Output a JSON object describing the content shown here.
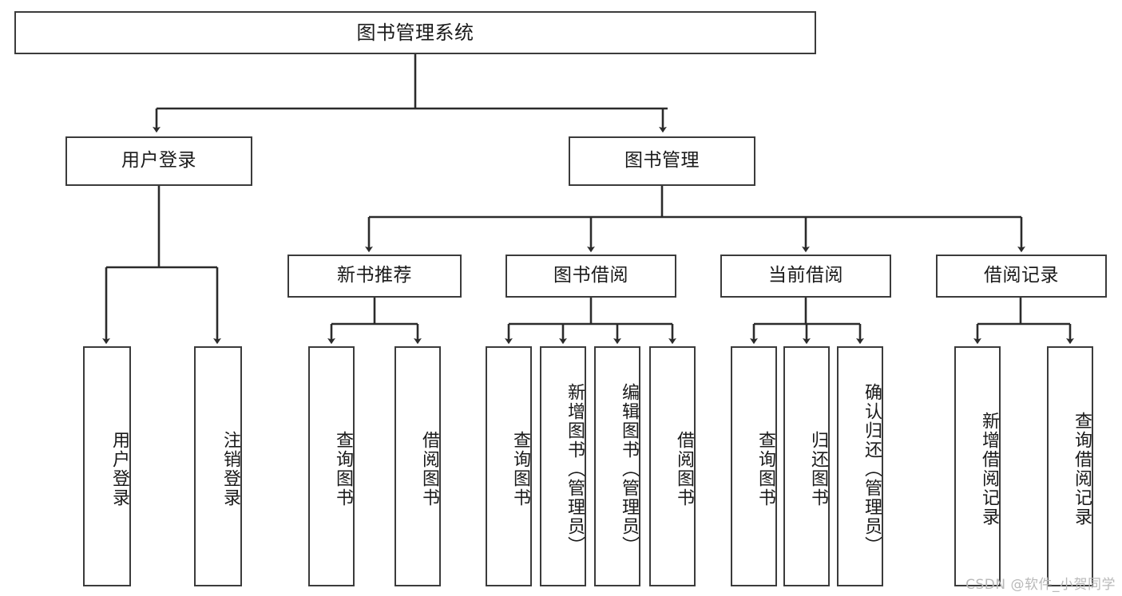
{
  "diagram": {
    "title": "图书管理系统",
    "type": "tree-hierarchy",
    "watermark": "CSDN @软件_小贺同学",
    "colors": {
      "background": "#ffffff",
      "box_border": "#3b3b3b",
      "box_fill": "#ffffff",
      "connector": "#2b2b2b",
      "text": "#1a1a1a",
      "watermark": "#b9b9b9"
    },
    "root": {
      "label": "图书管理系统",
      "orientation": "horizontal"
    },
    "level2": [
      {
        "label": "用户登录",
        "orientation": "horizontal"
      },
      {
        "label": "图书管理",
        "orientation": "horizontal"
      }
    ],
    "level3": [
      {
        "label": "新书推荐",
        "orientation": "horizontal",
        "parent": "图书管理"
      },
      {
        "label": "图书借阅",
        "orientation": "horizontal",
        "parent": "图书管理"
      },
      {
        "label": "当前借阅",
        "orientation": "horizontal",
        "parent": "图书管理"
      },
      {
        "label": "借阅记录",
        "orientation": "horizontal",
        "parent": "图书管理"
      }
    ],
    "leaves": {
      "user_login": [
        {
          "label": "用户登录",
          "orientation": "vertical"
        },
        {
          "label": "注销登录",
          "orientation": "vertical"
        }
      ],
      "new_book_recommend": [
        {
          "label": "查询图书",
          "orientation": "vertical"
        },
        {
          "label": "借阅图书",
          "orientation": "vertical"
        }
      ],
      "book_borrow": [
        {
          "label": "查询图书",
          "orientation": "vertical"
        },
        {
          "label": "新增图书（管理员）",
          "orientation": "vertical"
        },
        {
          "label": "编辑图书（管理员）",
          "orientation": "vertical"
        },
        {
          "label": "借阅图书",
          "orientation": "vertical"
        }
      ],
      "current_borrow": [
        {
          "label": "查询图书",
          "orientation": "vertical"
        },
        {
          "label": "归还图书",
          "orientation": "vertical"
        },
        {
          "label": "确认归还（管理员）",
          "orientation": "vertical"
        }
      ],
      "borrow_record": [
        {
          "label": "新增借阅记录",
          "orientation": "vertical"
        },
        {
          "label": "查询借阅记录",
          "orientation": "vertical"
        }
      ]
    }
  }
}
